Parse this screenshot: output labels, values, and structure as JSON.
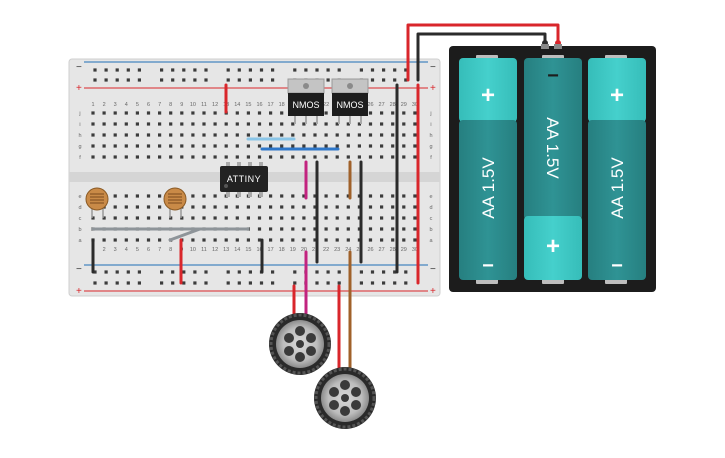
{
  "breadboard": {
    "rail_plus": "+",
    "rail_minus": "−",
    "column_numbers": [
      "1",
      "2",
      "3",
      "4",
      "5",
      "6",
      "7",
      "8",
      "9",
      "10",
      "11",
      "12",
      "13",
      "14",
      "15",
      "16",
      "17",
      "18",
      "19",
      "20",
      "21",
      "22",
      "23",
      "24",
      "25",
      "26",
      "27",
      "28",
      "29",
      "30"
    ],
    "row_letters_top": [
      "j",
      "i",
      "h",
      "g",
      "f"
    ],
    "row_letters_bottom": [
      "e",
      "d",
      "c",
      "b",
      "a"
    ]
  },
  "chips": {
    "attiny": "ATTINY",
    "mosfet_1": "NMOS",
    "mosfet_2": "NMOS"
  },
  "battery_pack": {
    "cell_label": "AA 1.5V",
    "cells": [
      {
        "label": "AA 1.5V",
        "top": "+",
        "bottom": "−",
        "orientation": "up"
      },
      {
        "label": "AA 1.5V",
        "top": "−",
        "bottom": "+",
        "orientation": "down"
      },
      {
        "label": "AA 1.5V",
        "top": "+",
        "bottom": "−",
        "orientation": "up"
      }
    ]
  },
  "colors": {
    "board": "#e8e8e8",
    "rail_red": "#d9262b",
    "rail_blue": "#1f6fb5",
    "wire_red": "#d9262b",
    "wire_black": "#2b2b2b",
    "wire_pink": "#c2237f",
    "wire_brown": "#a0612a",
    "wire_blue": "#2f77c9",
    "wire_lightblue": "#8bc6e8",
    "wire_gray": "#8e9499",
    "battery_dark": "#2d8a8c",
    "battery_light": "#3fc7c4",
    "battery_case": "#1c1c1c",
    "chip": "#222222",
    "ldr": "#c98a47"
  }
}
